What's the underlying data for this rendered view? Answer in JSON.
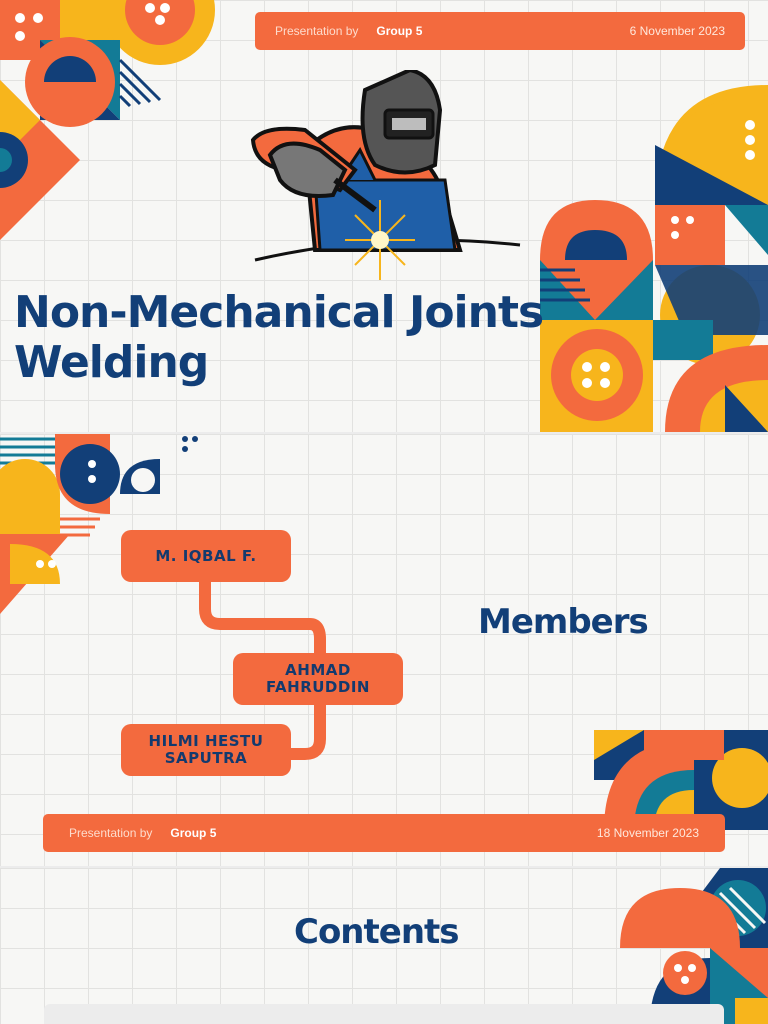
{
  "slide1": {
    "presented_by_label": "Presentation by",
    "group": "Group 5",
    "date": "6 November 2023",
    "title_line1": "Non-Mechanical Joints",
    "title_line2": "Welding"
  },
  "slide2": {
    "heading": "Members",
    "members": [
      "M. IQBAL F.",
      "AHMAD FAHRUDDIN",
      "HILMI HESTU SAPUTRA"
    ],
    "presented_by_label": "Presentation by",
    "group": "Group 5",
    "date": "18 November 2023"
  },
  "slide3": {
    "heading": "Contents"
  },
  "colors": {
    "orange": "#f36a3e",
    "navy": "#123f78",
    "yellow": "#f7b51c",
    "teal": "#137b96"
  }
}
